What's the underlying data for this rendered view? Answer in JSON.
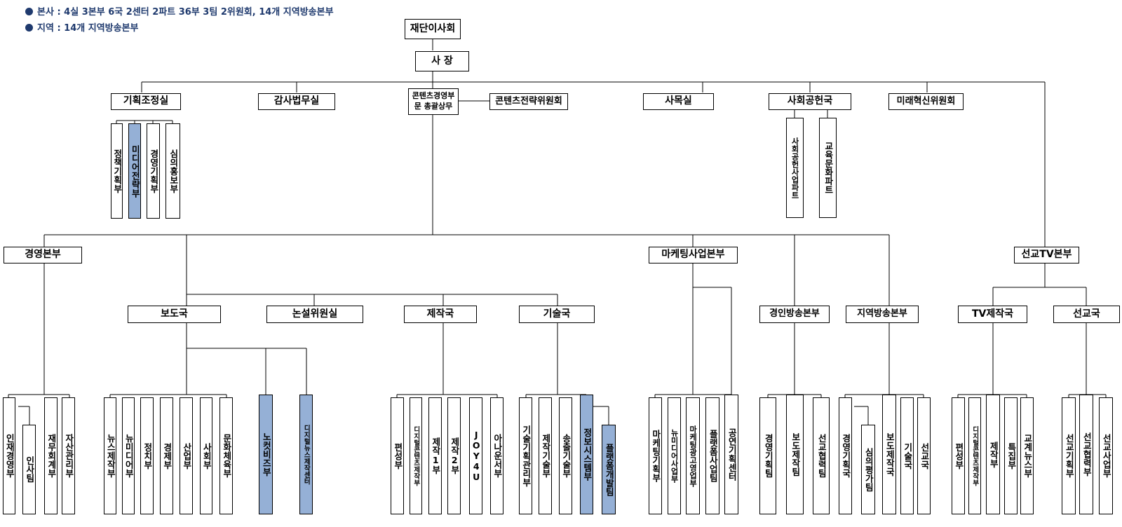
{
  "header": {
    "line1": "본사 : 4실 3본부 6국 2센터 2파트 36부 3팀 2위원회, 14개 지역방송본부",
    "line2": "지역 : 14개 지역방송본부"
  },
  "colors": {
    "highlight": "#95b0d6",
    "header_text": "#1f3a6e",
    "line": "#000000"
  },
  "org": {
    "board": "재단이사회",
    "president": "사 장",
    "level1": {
      "planning": "기획조정실",
      "audit": "감사법무실",
      "content_exec": "콘텐츠경영부문 총괄상무",
      "content_committee": "콘텐츠전략위원회",
      "chaplain": "사목실",
      "social": "사회공헌국",
      "future": "미래혁신위원회"
    },
    "planning_units": [
      "정책기획부",
      "미디어전략부",
      "경영기획부",
      "심의홍보부"
    ],
    "social_units": [
      "사회공헌사업파트",
      "교육문화파트"
    ],
    "divisions": {
      "management": "경영본부",
      "marketing": "마케팅사업본부",
      "sungyo_tv": "선교TV본부"
    },
    "bureaus": {
      "news": "보도국",
      "editorial": "논설위원실",
      "production": "제작국",
      "tech": "기술국",
      "gyeongin": "경인방송본부",
      "regional": "지역방송본부",
      "tv_production": "TV제작국",
      "mission": "선교국"
    },
    "mgmt_units": [
      "인재경영부",
      "인사팀",
      "재무회계부",
      "자산관리부"
    ],
    "news_units": [
      "뉴스제작부",
      "뉴미디어부",
      "정치부",
      "경제부",
      "산업부",
      "사회부",
      "문화체육부"
    ],
    "news_extra": [
      "노컷비즈부",
      "디지털뉴스제작센터"
    ],
    "prod_units": [
      "편성부",
      "디지털콘텐츠제작부",
      "제작1부",
      "제작2부",
      "JOY4U",
      "아나운서부"
    ],
    "tech_units": [
      "기술기획관리부",
      "제작기술부",
      "송출기술부",
      "정보시스템부",
      "플랫폼개발팀"
    ],
    "mkt_units": [
      "마케팅기획부",
      "뉴미디어사업부",
      "마케팅광고영업부",
      "플랫폼사업팀",
      "공연기획센터"
    ],
    "gyeongin_units": [
      "경영기획팀",
      "보도제작팀",
      "선교협력팀"
    ],
    "regional_units": [
      "경영기획국",
      "심의평가팀",
      "보도제작국",
      "기술국",
      "선교국"
    ],
    "tvprod_units": [
      "편성부",
      "디지털콘텐츠제작부",
      "제작부",
      "특집부",
      "교계뉴스부"
    ],
    "mission_units": [
      "선교기획부",
      "선교협력부",
      "선교사업부"
    ]
  }
}
